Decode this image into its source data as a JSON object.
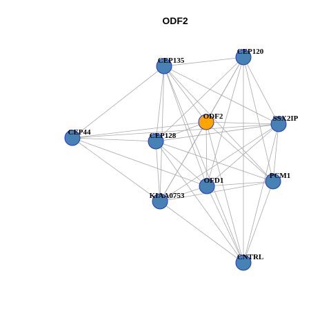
{
  "title": "ODF2",
  "colors": {
    "node_default": "#4682b4",
    "node_center": "#ffa500",
    "node_border": "#2233cc",
    "edge": "#a8a8a8"
  },
  "nodes": [
    {
      "id": "ODF2",
      "label": "ODF2",
      "center": true
    },
    {
      "id": "CEP135",
      "label": "CEP135"
    },
    {
      "id": "CEP120",
      "label": "CEP120"
    },
    {
      "id": "SSX2IP",
      "label": "SSX2IP"
    },
    {
      "id": "CEP44",
      "label": "CEP44"
    },
    {
      "id": "CEP128",
      "label": "CEP128"
    },
    {
      "id": "OFD1",
      "label": "OFD1"
    },
    {
      "id": "PCM1",
      "label": "PCM1"
    },
    {
      "id": "KIAA0753",
      "label": "KIAA0753"
    },
    {
      "id": "CNTRL",
      "label": "CNTRL"
    }
  ],
  "edges": [
    [
      "CEP135",
      "CEP120"
    ],
    [
      "CEP135",
      "CEP44"
    ],
    [
      "CEP135",
      "CEP128"
    ],
    [
      "CEP135",
      "KIAA0753"
    ],
    [
      "CEP135",
      "OFD1"
    ],
    [
      "CEP135",
      "PCM1"
    ],
    [
      "CEP135",
      "SSX2IP"
    ],
    [
      "CEP135",
      "CNTRL"
    ],
    [
      "CEP135",
      "ODF2"
    ],
    [
      "CEP120",
      "ODF2"
    ],
    [
      "CEP120",
      "CEP128"
    ],
    [
      "CEP120",
      "SSX2IP"
    ],
    [
      "CEP120",
      "PCM1"
    ],
    [
      "CEP120",
      "OFD1"
    ],
    [
      "CEP120",
      "CNTRL"
    ],
    [
      "CEP120",
      "KIAA0753"
    ],
    [
      "ODF2",
      "CEP44"
    ],
    [
      "ODF2",
      "SSX2IP"
    ],
    [
      "ODF2",
      "CEP128"
    ],
    [
      "ODF2",
      "OFD1"
    ],
    [
      "ODF2",
      "PCM1"
    ],
    [
      "ODF2",
      "KIAA0753"
    ],
    [
      "ODF2",
      "CNTRL"
    ],
    [
      "CEP44",
      "CEP128"
    ],
    [
      "CEP44",
      "SSX2IP"
    ],
    [
      "CEP44",
      "OFD1"
    ],
    [
      "CEP44",
      "KIAA0753"
    ],
    [
      "CEP128",
      "SSX2IP"
    ],
    [
      "CEP128",
      "OFD1"
    ],
    [
      "CEP128",
      "PCM1"
    ],
    [
      "CEP128",
      "KIAA0753"
    ],
    [
      "CEP128",
      "CNTRL"
    ],
    [
      "SSX2IP",
      "PCM1"
    ],
    [
      "SSX2IP",
      "OFD1"
    ],
    [
      "SSX2IP",
      "KIAA0753"
    ],
    [
      "SSX2IP",
      "CNTRL"
    ],
    [
      "OFD1",
      "PCM1"
    ],
    [
      "OFD1",
      "KIAA0753"
    ],
    [
      "OFD1",
      "CNTRL"
    ],
    [
      "PCM1",
      "KIAA0753"
    ],
    [
      "PCM1",
      "CNTRL"
    ],
    [
      "KIAA0753",
      "CNTRL"
    ]
  ]
}
